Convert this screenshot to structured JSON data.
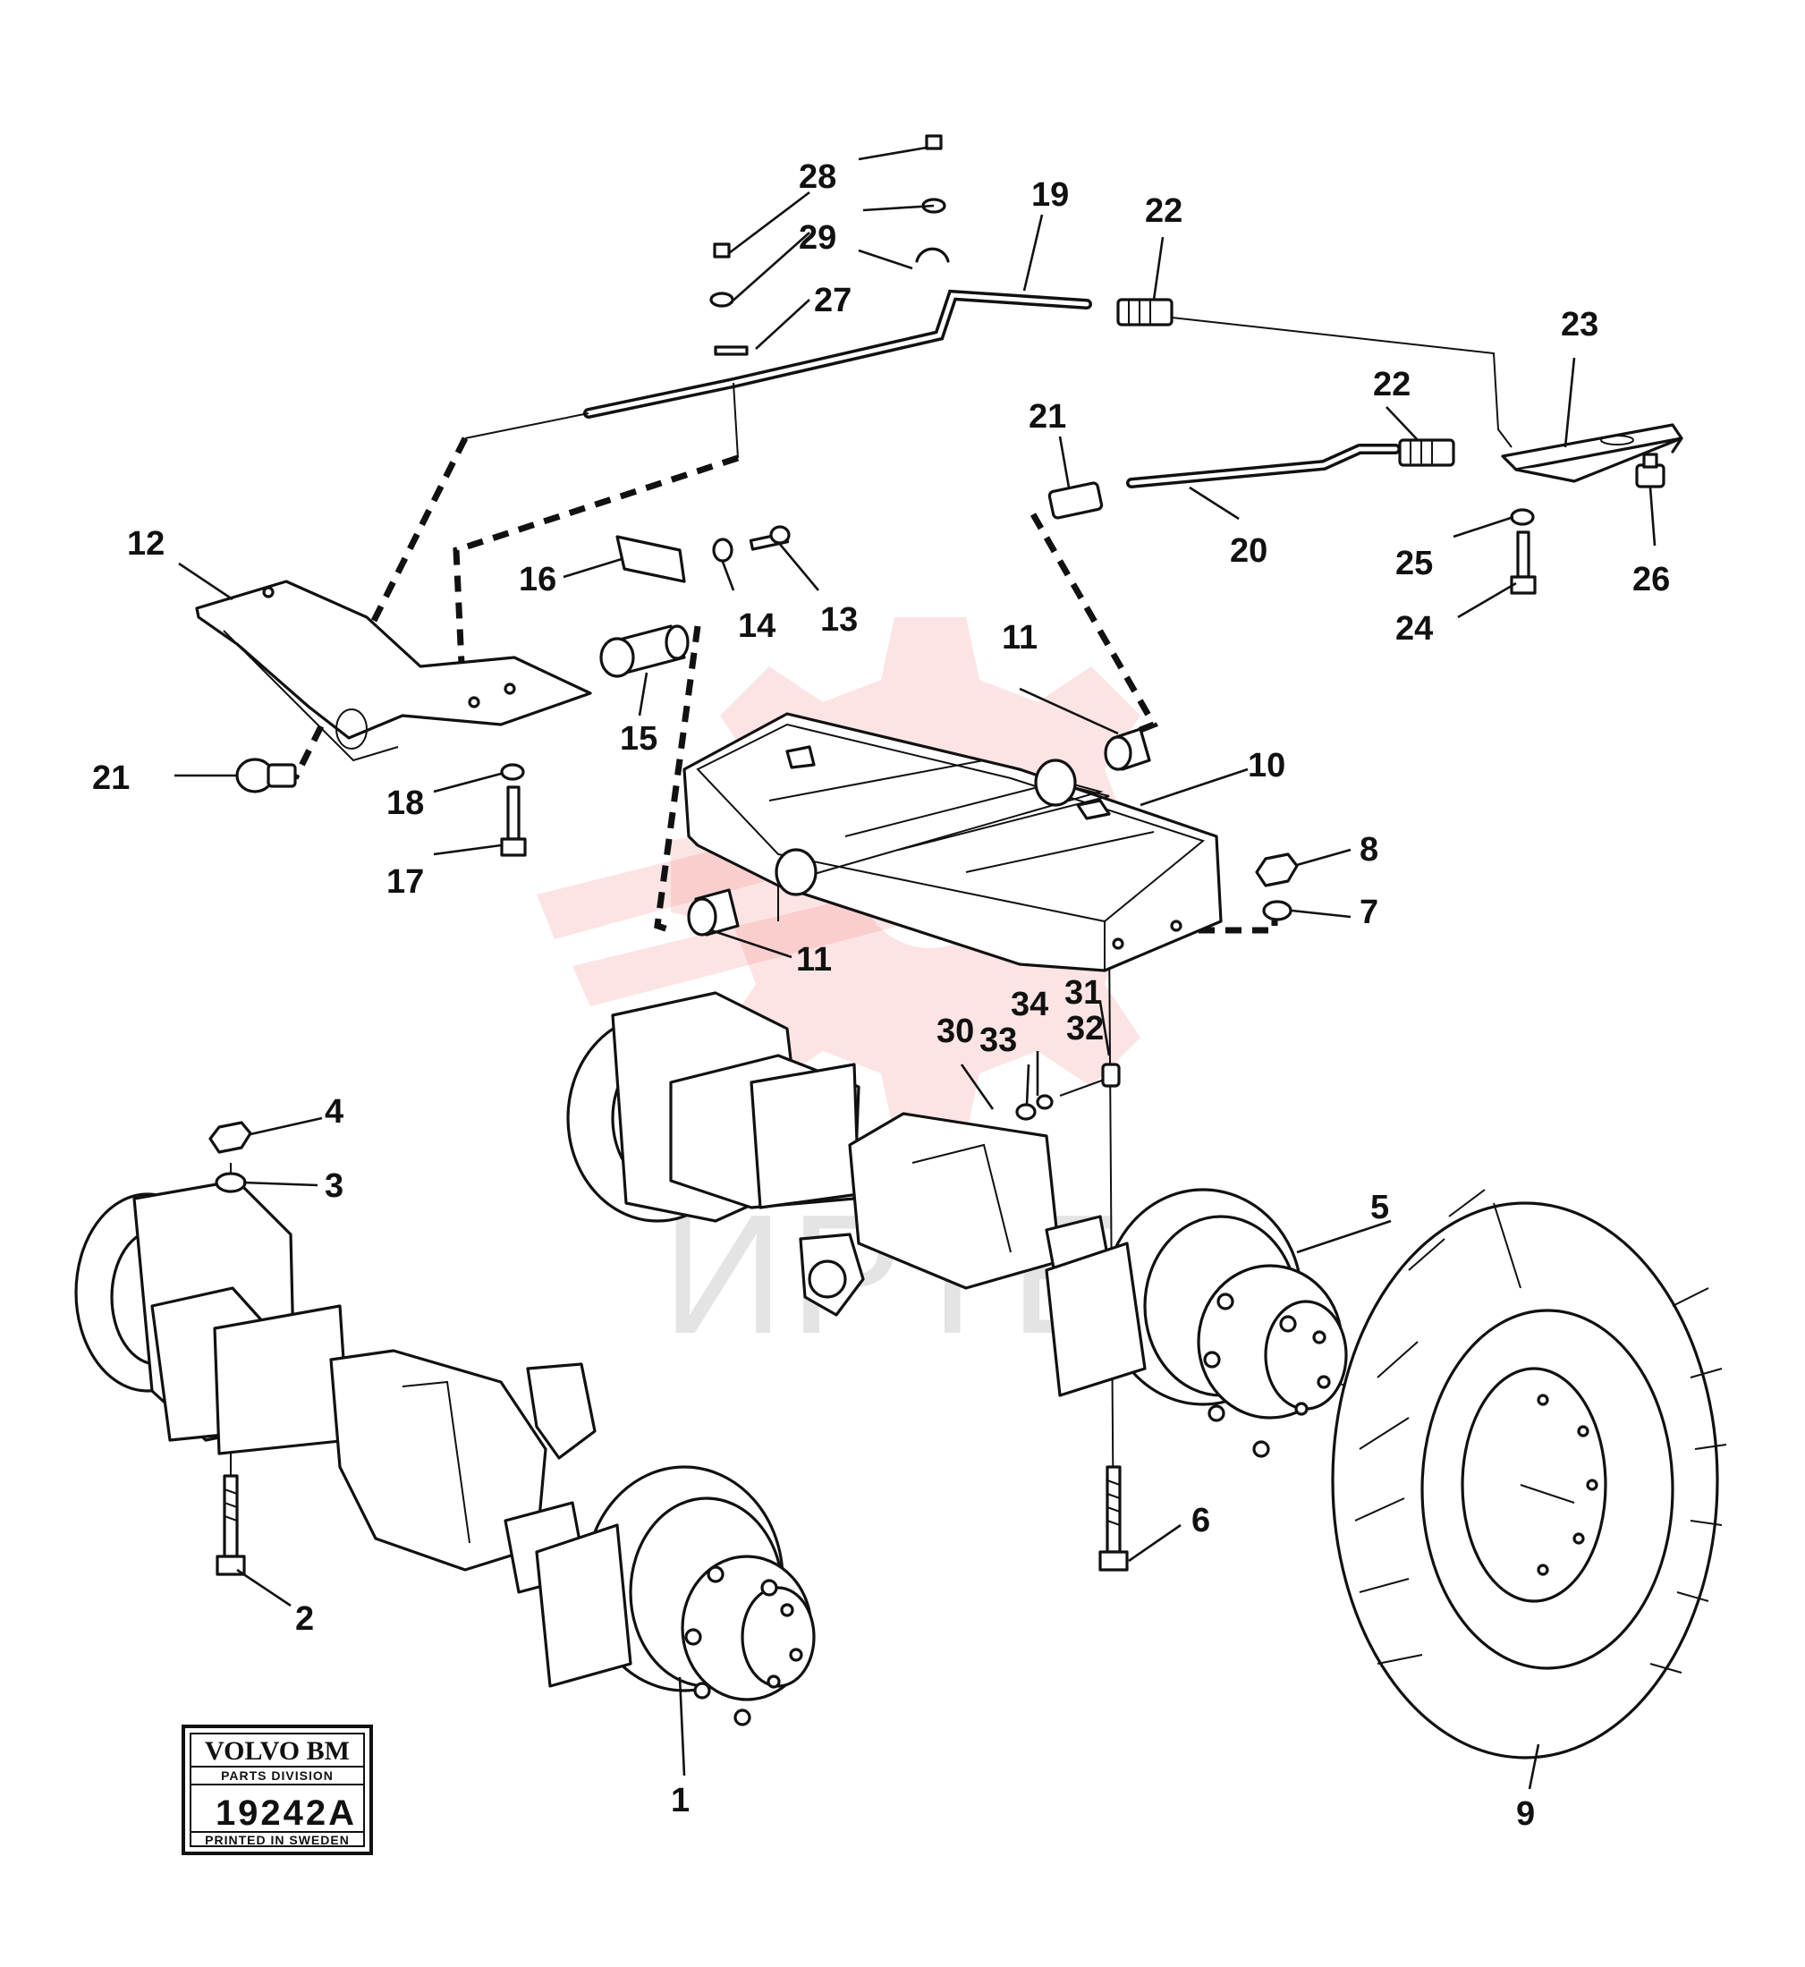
{
  "watermark": {
    "text": "ИРТЕК"
  },
  "stamp": {
    "brand": "VOLVO BM",
    "division": "PARTS DIVISION",
    "number": "19242A",
    "printed": "PRINTED IN SWEDEN"
  },
  "callouts": {
    "c1": "1",
    "c2": "2",
    "c3": "3",
    "c4": "4",
    "c5": "5",
    "c6": "6",
    "c7": "7",
    "c8": "8",
    "c9": "9",
    "c10": "10",
    "c11a": "11",
    "c11b": "11",
    "c12": "12",
    "c13": "13",
    "c14": "14",
    "c15": "15",
    "c16": "16",
    "c17": "17",
    "c18": "18",
    "c19": "19",
    "c20": "20",
    "c21a": "21",
    "c21b": "21",
    "c22a": "22",
    "c22b": "22",
    "c23": "23",
    "c24": "24",
    "c25": "25",
    "c26": "26",
    "c27": "27",
    "c28": "28",
    "c29": "29",
    "c30": "30",
    "c31": "31",
    "c32": "32",
    "c33": "33",
    "c34": "34"
  }
}
